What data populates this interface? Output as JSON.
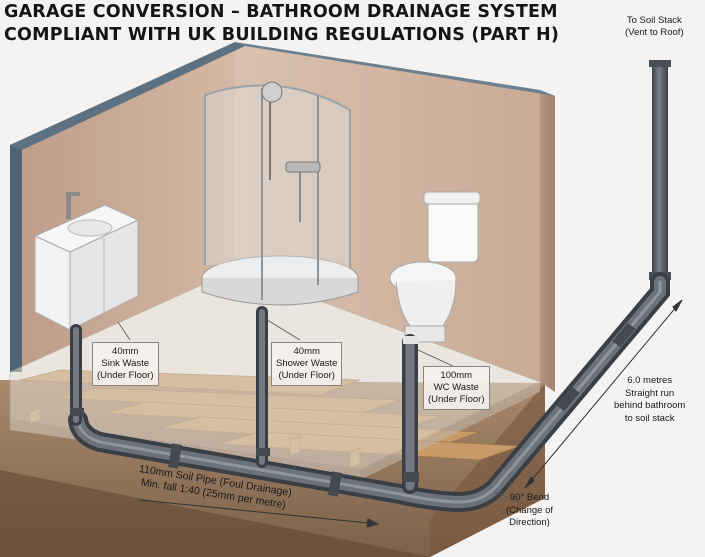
{
  "title": {
    "line1": "GARAGE CONVERSION – BATHROOM DRAINAGE SYSTEM",
    "line2": "COMPLIANT WITH UK BUILDING REGULATIONS (PART H)"
  },
  "labels": {
    "soil_stack": {
      "line1": "To Soil Stack",
      "line2": "(Vent to Roof)"
    },
    "sink_waste": {
      "line1": "40mm",
      "line2": "Sink Waste",
      "line3": "(Under Floor)"
    },
    "shower_waste": {
      "line1": "40mm",
      "line2": "Shower Waste",
      "line3": "(Under Floor)"
    },
    "wc_waste": {
      "line1": "100mm",
      "line2": "WC Waste",
      "line3": "(Under Floor)"
    },
    "straight_run": {
      "line1": "6.0 metres",
      "line2": "Straight run",
      "line3": "behind bathroom",
      "line4": "to soil stack"
    },
    "bend": {
      "line1": "90° Bend",
      "line2": "(Change of",
      "line3": "Direction)"
    },
    "soil_pipe": {
      "line1": "110mm Soil Pipe (Foul Drainage)",
      "line2": "Min. fall 1:40 (25mm per metre)"
    }
  },
  "colors": {
    "pipe": "#5b6068",
    "wall": "#c8ab98",
    "wall_cap": "#5c7283",
    "joist": "#c89a68",
    "floor_glass": "#d9d2c8",
    "background": "#f4f3f1"
  }
}
